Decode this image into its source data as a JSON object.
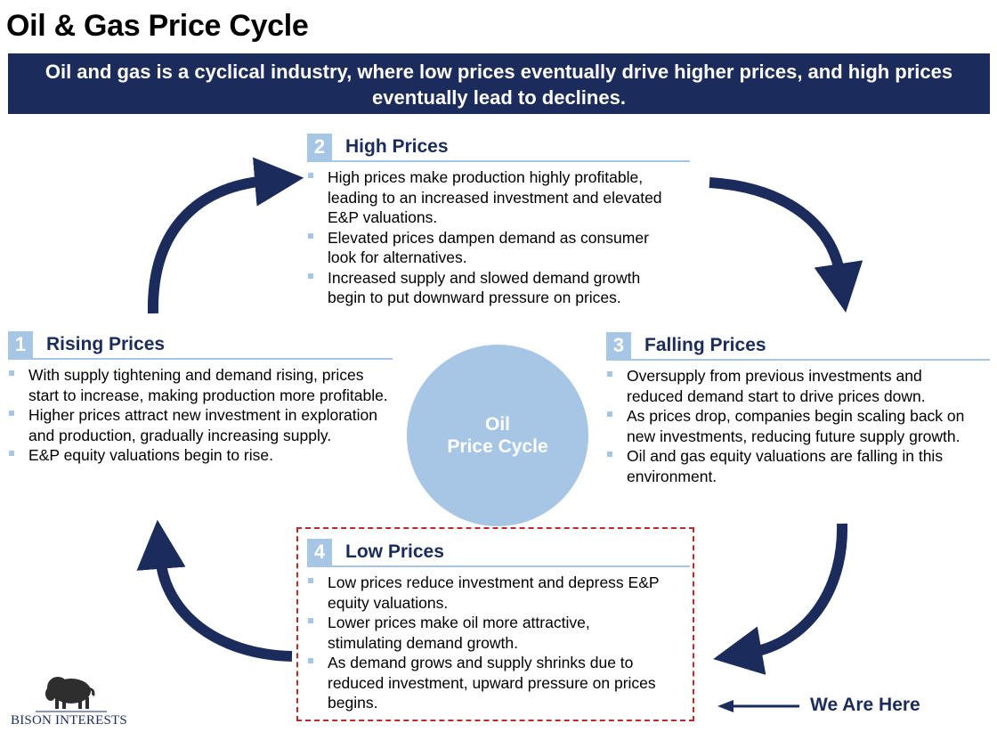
{
  "title": "Oil & Gas Price Cycle",
  "banner": "Oil and gas is a cyclical industry, where low prices eventually drive higher prices, and high prices eventually lead to declines.",
  "center": {
    "line1": "Oil",
    "line2": "Price Cycle"
  },
  "sections": [
    {
      "number": "1",
      "heading": "Rising Prices",
      "bullets": [
        "With supply tightening and demand rising, prices start to increase, making production more profitable.",
        "Higher prices attract new investment in exploration and production, gradually increasing supply.",
        "E&P equity valuations begin to rise."
      ]
    },
    {
      "number": "2",
      "heading": "High Prices",
      "bullets": [
        "High prices make production highly profitable, leading to an increased investment and elevated E&P valuations.",
        "Elevated prices dampen demand as consumer look for alternatives.",
        "Increased supply and slowed demand growth begin to put downward pressure on prices."
      ]
    },
    {
      "number": "3",
      "heading": "Falling Prices",
      "bullets": [
        "Oversupply from previous investments and reduced demand start to drive prices down.",
        "As prices drop, companies begin scaling back on new investments, reducing future supply growth.",
        "Oil and gas equity valuations are falling in this environment."
      ]
    },
    {
      "number": "4",
      "heading": "Low Prices",
      "bullets": [
        "Low prices reduce investment and depress E&P equity valuations.",
        "Lower prices make oil more attractive, stimulating demand growth.",
        "As demand grows and supply shrinks due to reduced investment, upward pressure on prices begins."
      ]
    }
  ],
  "indicator": "We Are Here",
  "logo_text": "BISON INTERESTS",
  "colors": {
    "navy": "#1b2c5c",
    "light_blue": "#a7c6e6",
    "dash_red": "#c0282d"
  }
}
